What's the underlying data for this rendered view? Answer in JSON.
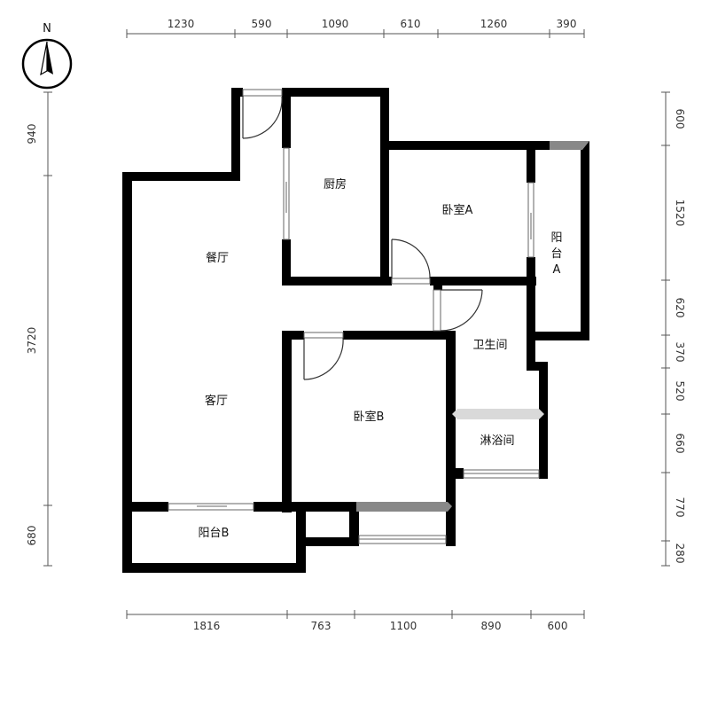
{
  "compass": {
    "label": "N"
  },
  "rooms": {
    "kitchen": "厨房",
    "dining": "餐厅",
    "living": "客厅",
    "bedroom_a": "卧室A",
    "bedroom_b": "卧室B",
    "bathroom": "卫生间",
    "shower": "淋浴间",
    "balcony_a": [
      "阳",
      "台",
      "A"
    ],
    "balcony_b": "阳台B"
  },
  "dimensions": {
    "top": [
      "1230",
      "590",
      "1090",
      "610",
      "1260",
      "390"
    ],
    "bottom": [
      "1816",
      "763",
      "1100",
      "890",
      "600"
    ],
    "left": [
      "940",
      "3720",
      "680"
    ],
    "right": [
      "600",
      "1520",
      "620",
      "370",
      "520",
      "660",
      "770",
      "280"
    ]
  },
  "colors": {
    "wall": "#000000",
    "dimension_line": "#555555",
    "window_gray": "#888888",
    "shower_bar": "#d9d9d9"
  }
}
